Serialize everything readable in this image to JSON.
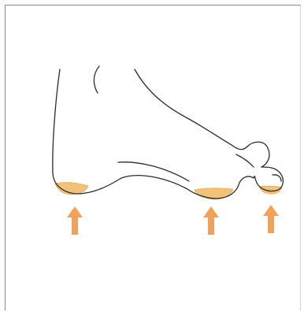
{
  "figure": {
    "subject": "foot-pressure-points-diagram",
    "pressure_points": [
      {
        "name": "heel"
      },
      {
        "name": "ball-of-foot"
      },
      {
        "name": "toe-tip"
      }
    ],
    "arrow_count": 3
  },
  "colors": {
    "outline": "#2b2b2b",
    "pad_fill": "#f2c27a",
    "pad_edge": "#eaa85a",
    "arrow": "#f0a25c",
    "frame": "#8a8a8a"
  }
}
